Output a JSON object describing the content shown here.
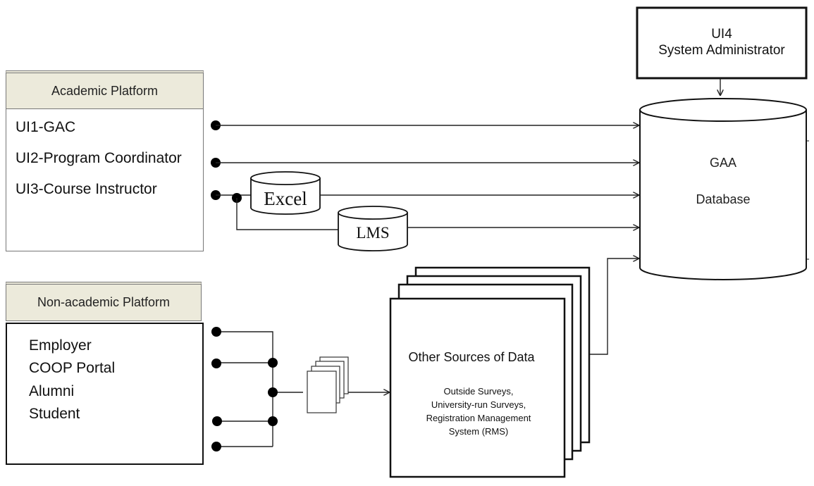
{
  "academic_platform": {
    "title": "Academic Platform",
    "items": [
      "UI1-GAC",
      "UI2-Program Coordinator",
      "UI3-Course Instructor"
    ]
  },
  "non_academic_platform": {
    "title": "Non-academic Platform",
    "items": [
      "Employer",
      "COOP Portal",
      "Alumni",
      "Student"
    ]
  },
  "admin": {
    "line1": "UI4",
    "line2": "System Administrator"
  },
  "database": {
    "line1": "GAA",
    "line2": "Database"
  },
  "excel": {
    "label": "Excel"
  },
  "lms": {
    "label": "LMS"
  },
  "other_sources": {
    "title": "Other Sources of Data",
    "items": [
      "Outside Surveys,",
      "University-run Surveys,",
      "Registration Management",
      "System (RMS)"
    ]
  }
}
